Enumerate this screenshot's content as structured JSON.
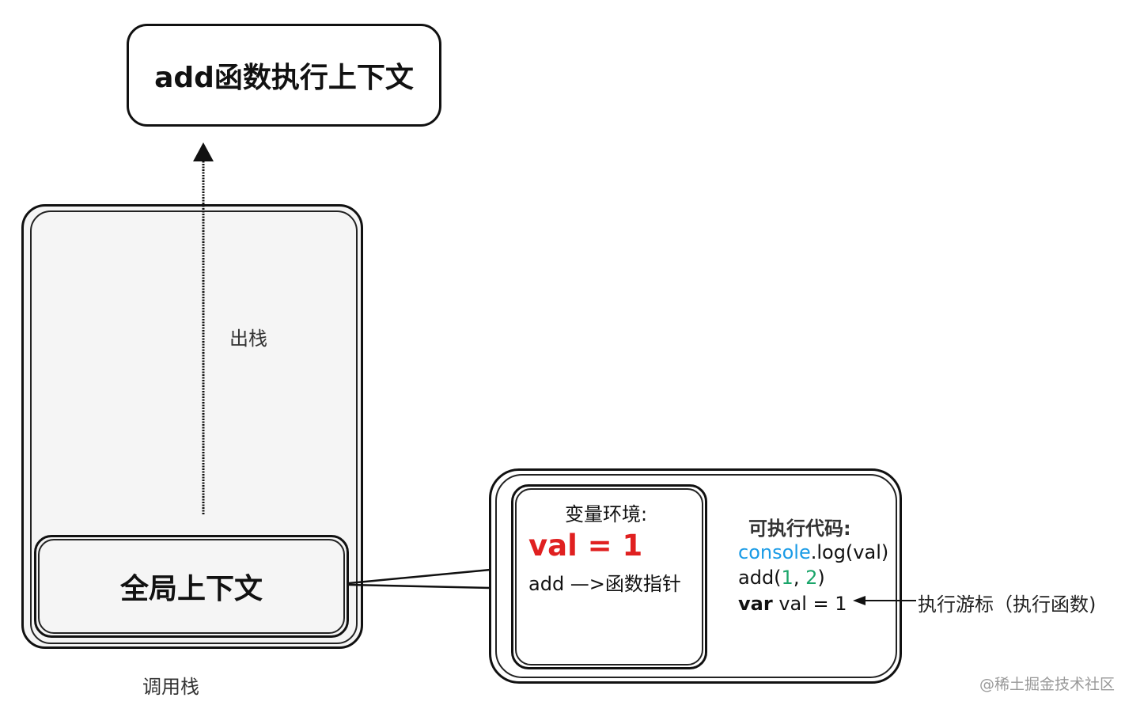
{
  "add_context": {
    "label": "add函数执行上下文"
  },
  "call_stack": {
    "label": "调用栈",
    "pop_label": "出栈"
  },
  "global_context": {
    "label": "全局上下文"
  },
  "variable_environment": {
    "title": "变量环境:",
    "val_line": "val = 1",
    "add_pointer": "add —>函数指针"
  },
  "executable_code": {
    "title": "可执行代码:",
    "line1": {
      "obj": "console",
      "rest": ".log(val)"
    },
    "line2": {
      "prefix": "add(",
      "arg1": "1",
      "sep": ", ",
      "arg2": "2",
      "suffix": ")"
    },
    "line3": {
      "keyword": "var",
      "rest": " val = 1"
    }
  },
  "cursor": {
    "label": "执行游标（执行函数)"
  },
  "watermark": {
    "text": "@稀土掘金技术社区"
  },
  "colors": {
    "highlight": "#e02020",
    "identifier": "#1a9be6",
    "number": "#1aa56a"
  }
}
